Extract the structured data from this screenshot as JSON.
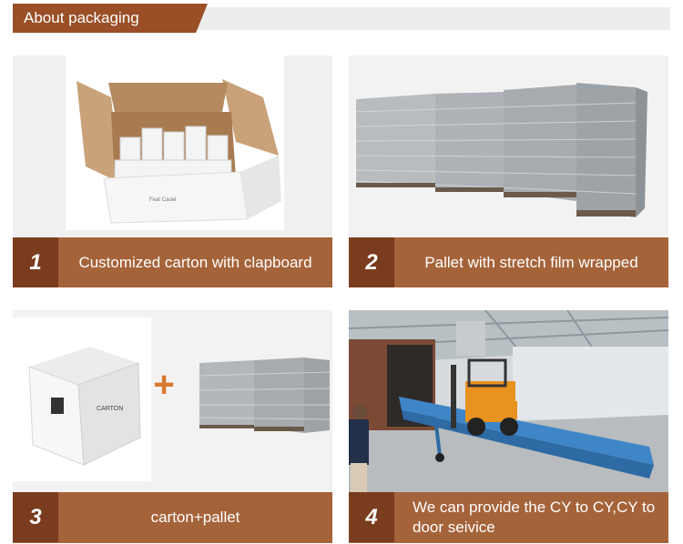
{
  "header": {
    "title": "About packaging"
  },
  "panels": [
    {
      "number": "1",
      "caption": "Customized carton with clapboard",
      "image": "carton-with-dividers"
    },
    {
      "number": "2",
      "caption": "Pallet with stretch film wrapped",
      "image": "wrapped-pallets"
    },
    {
      "number": "3",
      "caption": "carton+pallet",
      "image": "carton-plus-pallet"
    },
    {
      "number": "4",
      "caption": "We can provide the CY to CY,CY to door seivice",
      "image": "forklift-loading-container"
    }
  ],
  "plus_sign": "+",
  "colors": {
    "accent": "#9a4f27",
    "caption_bg": "#a5633a",
    "number_bg": "#7a3c1e",
    "plus": "#d9782f"
  }
}
